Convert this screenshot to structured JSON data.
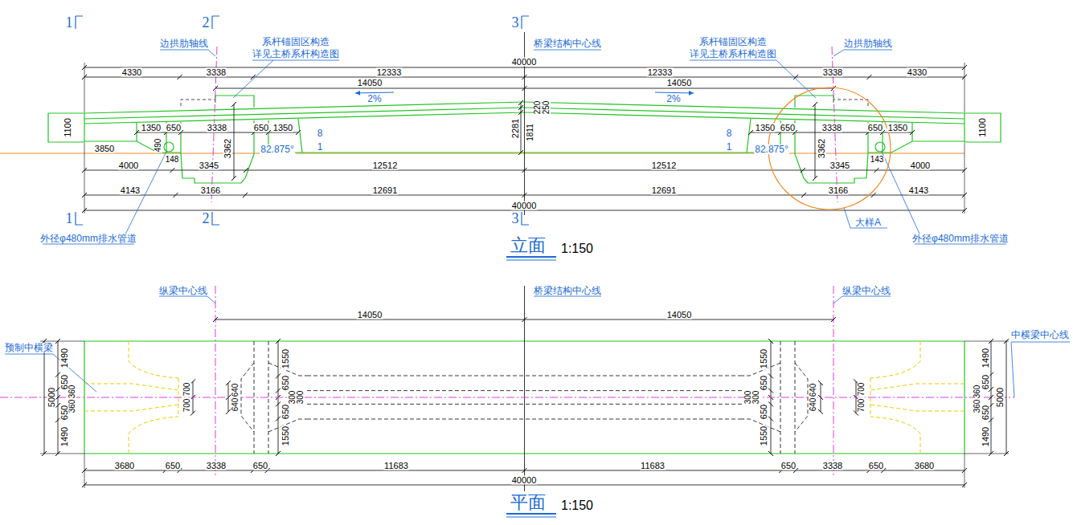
{
  "diagram": {
    "labels": [
      "1",
      "2",
      "3",
      "边拱肋轴线",
      "系杆锚固区构造",
      "详见主桥系杆构造图",
      "桥梁结构中心线",
      "系杆锚固区构造",
      "详见主桥系杆构造图",
      "边拱肋轴线",
      "40000",
      "4330",
      "3338",
      "12333",
      "12333",
      "3338",
      "4330",
      "14050",
      "14050",
      "2%",
      "2%",
      "1100",
      "1350",
      "650",
      "3338",
      "650",
      "1350",
      "2281",
      "1811",
      "220",
      "250",
      "1350",
      "650",
      "3338",
      "650",
      "1350",
      "1100",
      "8",
      "1",
      "8",
      "1",
      "3362",
      "82.875°",
      "82.875°",
      "3362",
      "3850",
      "490",
      "148",
      "4000",
      "3345",
      "12512",
      "12512",
      "3345",
      "143",
      "4000",
      "4143",
      "3166",
      "12691",
      "12691",
      "3166",
      "4143",
      "40000",
      "1",
      "2",
      "3",
      "外径φ480mm排水管道",
      "大样A",
      "外径φ480mm排水管道",
      "立面",
      "1:150",
      "纵梁中心线",
      "桥梁结构中心线",
      "纵梁中心线",
      "14050",
      "14050",
      "预制中横梁",
      "中横梁中心线",
      "5000",
      "1490",
      "650",
      "360",
      "360",
      "650",
      "1490",
      "700",
      "700",
      "640",
      "640",
      "1550",
      "650",
      "300",
      "300",
      "650",
      "1550",
      "1550",
      "650",
      "300",
      "300",
      "650",
      "1550",
      "640",
      "640",
      "700",
      "700",
      "1490",
      "650",
      "360",
      "360",
      "650",
      "1490",
      "5000",
      "3680",
      "650",
      "3338",
      "650",
      "11683",
      "11683",
      "650",
      "3338",
      "650",
      "3680",
      "40000",
      "平面",
      "1:150"
    ]
  }
}
